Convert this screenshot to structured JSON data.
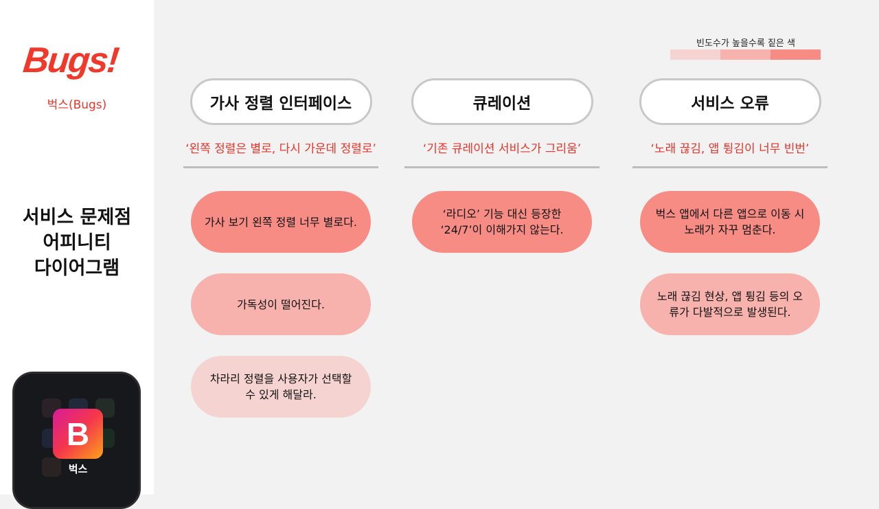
{
  "brand": {
    "logo": "Bugs!",
    "subtitle": "벅스(Bugs)",
    "app_label": "벅스",
    "app_glyph": "B"
  },
  "page_title": [
    "서비스 문제점",
    "어피니티",
    "다이어그램"
  ],
  "legend": {
    "title": "빈도수가 높을수록 짙은 색",
    "colors": [
      "#f5d3d0",
      "#f7b2ad",
      "#f78c85"
    ]
  },
  "columns": [
    {
      "header": "가사 정렬 인터페이스",
      "quote": "‘왼쪽 정렬은 별로, 다시 가운데 정렬로’",
      "cards": [
        {
          "text": "가사 보기 왼쪽 정렬 너무 별로다.",
          "level": 3
        },
        {
          "text": "가독성이 떨어진다.",
          "level": 2
        },
        {
          "text": "차라리 정렬을 사용자가 선택할 수 있게 해달라.",
          "level": 1
        }
      ]
    },
    {
      "header": "큐레이션",
      "quote": "‘기존 큐레이션 서비스가 그리움’",
      "cards": [
        {
          "text": "‘라디오’ 기능 대신 등장한 ‘24/7’이 이해가지 않는다.",
          "level": 3
        }
      ]
    },
    {
      "header": "서비스 오류",
      "quote": "‘노래 끊김, 앱 튕김이 너무 빈번’",
      "cards": [
        {
          "text": "벅스 앱에서 다른 앱으로 이동 시 노래가 자꾸 멈춘다.",
          "level": 3
        },
        {
          "text": "노래 끊김 현상, 앱 튕김 등의 오류가 다발적으로 발생된다.",
          "level": 2
        }
      ]
    }
  ]
}
